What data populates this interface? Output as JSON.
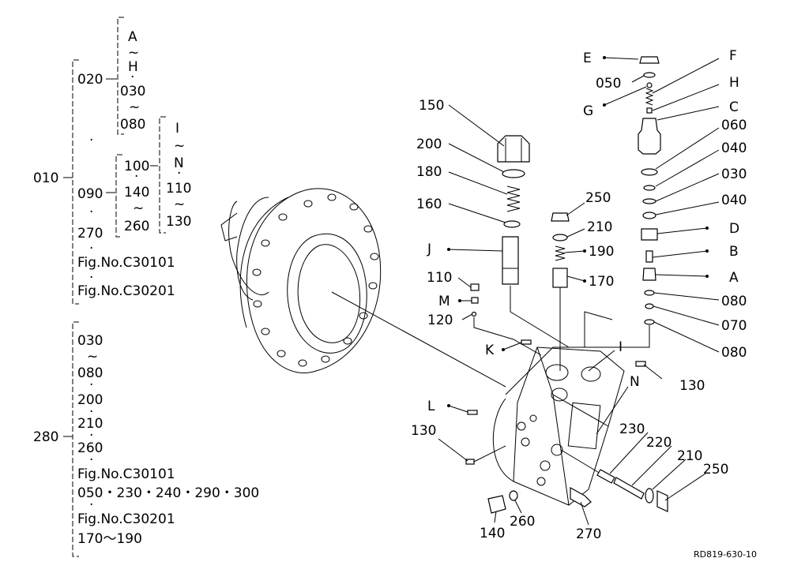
{
  "drawing_code": "RD819-630-10",
  "tree": {
    "root_010": "010",
    "g020": {
      "code": "020",
      "items": [
        "A",
        "~",
        "H",
        "·",
        "030",
        "~",
        "080"
      ]
    },
    "dot_a": "·",
    "g090": {
      "code": "090",
      "sub": [
        "100",
        "·",
        "140",
        "~",
        "260"
      ],
      "sub2": [
        "I",
        "~",
        "N",
        "·",
        "110",
        "~",
        "130"
      ]
    },
    "dot_b": "·",
    "c270": "270",
    "dot_c": "·",
    "fig1": "Fig.No.C30101",
    "dot_d": "·",
    "fig2": "Fig.No.C30201",
    "root_280": "280",
    "list280": [
      "030",
      "~",
      "080",
      "·",
      "200",
      "·",
      "210",
      "·",
      "260",
      "·",
      "Fig.No.C30101",
      "050・230・240・290・300",
      "·",
      "Fig.No.C30201",
      "170～190"
    ]
  },
  "callouts": {
    "E": "E",
    "050": "050",
    "G": "G",
    "F": "F",
    "H": "H",
    "C": "C",
    "060": "060",
    "040a": "040",
    "030": "030",
    "040b": "040",
    "D": "D",
    "B": "B",
    "A": "A",
    "080a": "080",
    "070": "070",
    "080b": "080",
    "150": "150",
    "200": "200",
    "180": "180",
    "160": "160",
    "J": "J",
    "110": "110",
    "M": "M",
    "120": "120",
    "250a": "250",
    "210a": "210",
    "190": "190",
    "170": "170",
    "K": "K",
    "I": "I",
    "130a": "130",
    "N": "N",
    "L": "L",
    "130b": "130",
    "230": "230",
    "220": "220",
    "210b": "210",
    "250b": "250",
    "140": "140",
    "260": "260",
    "270": "270"
  }
}
